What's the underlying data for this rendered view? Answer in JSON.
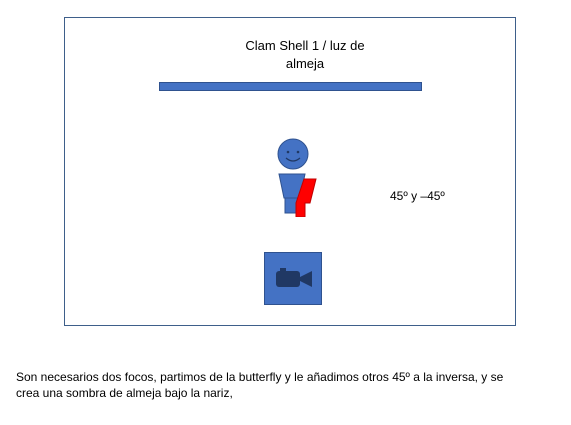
{
  "diagram": {
    "title_line1": "Clam Shell 1 / luz de",
    "title_line2": "almeja",
    "angle_label": "45º y –45º",
    "colors": {
      "shape_blue": "#4472c4",
      "shape_border": "#2f528f",
      "camera_dark": "#203864",
      "accent_red": "#ff0000",
      "frame_border": "#3e5f8a"
    },
    "icons": {
      "subject": "person-icon",
      "camera": "video-camera-icon"
    }
  },
  "caption": {
    "line1": "Son necesarios dos focos, partimos de la butterfly y le añadimos otros 45º a la inversa, y se",
    "line2": "crea una sombra de almeja bajo la nariz,"
  }
}
